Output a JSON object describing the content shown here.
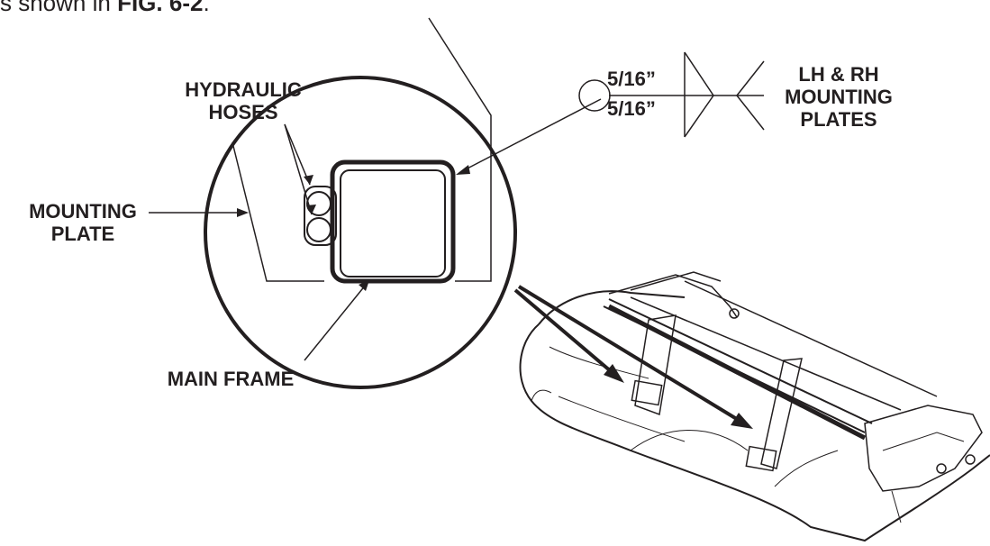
{
  "caption": {
    "prefix": "s shown in ",
    "figure_ref": "FIG. 6-2",
    "suffix": "."
  },
  "labels": {
    "hydraulic_hoses": [
      "HYDRAULIC",
      "HOSES"
    ],
    "mounting_plate": [
      "MOUNTING",
      "PLATE"
    ],
    "main_frame": "MAIN FRAME",
    "weld_size_top": "5/16”",
    "weld_size_bottom": "5/16”",
    "weld_target": [
      "LH & RH",
      "MOUNTING",
      "PLATES"
    ]
  },
  "colors": {
    "ink": "#231f20",
    "background": "#ffffff"
  }
}
